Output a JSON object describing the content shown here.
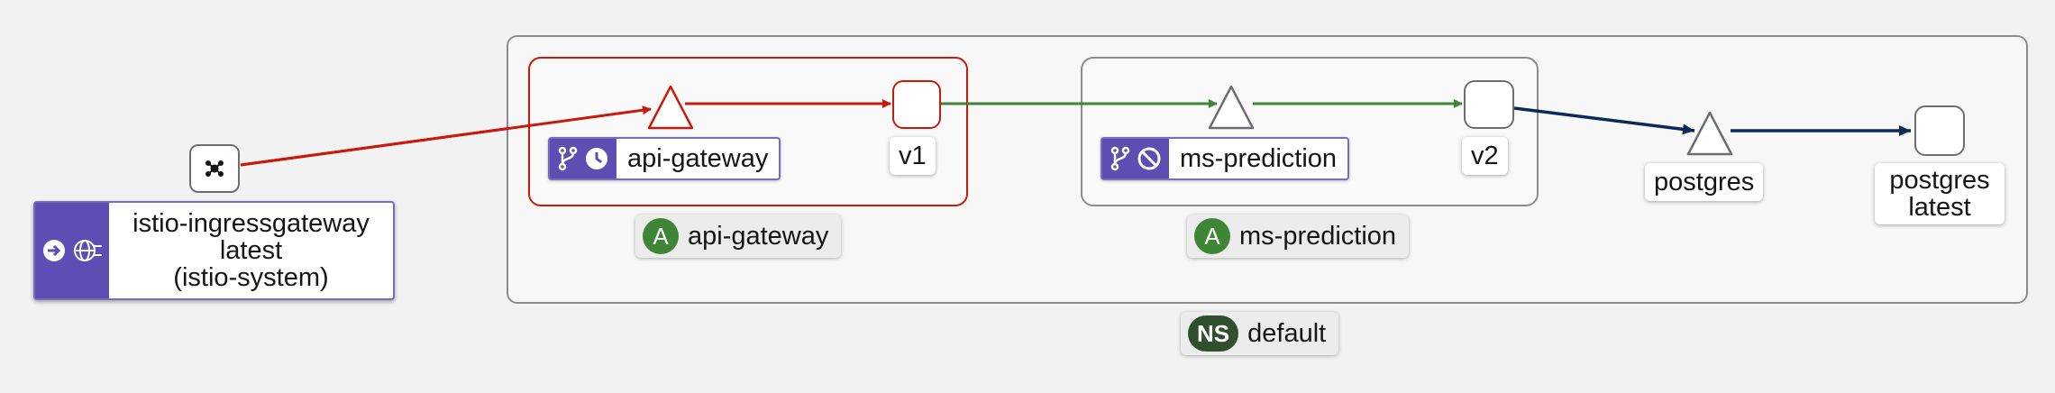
{
  "namespace": {
    "badge": "NS",
    "name": "default"
  },
  "ingress": {
    "name": "istio-ingressgateway",
    "version": "latest",
    "namespace": "(istio-system)"
  },
  "apps": [
    {
      "badge": "A",
      "name": "api-gateway",
      "service": "api-gateway",
      "workload": "v1",
      "status": "error"
    },
    {
      "badge": "A",
      "name": "ms-prediction",
      "service": "ms-prediction",
      "workload": "v2",
      "status": "ok"
    }
  ],
  "external": [
    {
      "service": "postgres"
    },
    {
      "workload_name": "postgres",
      "workload_version": "latest"
    }
  ],
  "colors": {
    "error": "#c9190b",
    "healthy": "#3e8635",
    "tcp": "#0b2a55",
    "badge_purple": "#5e4db2",
    "neutral": "#6a6e73"
  },
  "icons": [
    "ingress-gateway-icon",
    "virtual-service-icon",
    "circuit-breaker-icon",
    "no-entry-icon",
    "traffic-source-icon"
  ]
}
